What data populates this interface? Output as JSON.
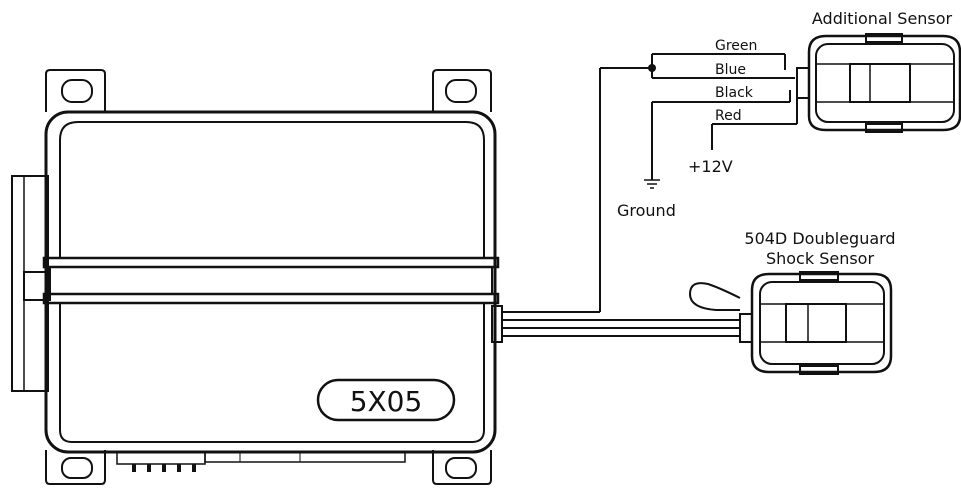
{
  "module": {
    "model_label": "5X05"
  },
  "additional_sensor": {
    "title": "Additional Sensor",
    "wires": [
      "Green",
      "Blue",
      "Black",
      "Red"
    ],
    "power_label": "+12V",
    "ground_label": "Ground"
  },
  "shock_sensor": {
    "title_line1": "504D Doubleguard",
    "title_line2": "Shock Sensor"
  }
}
